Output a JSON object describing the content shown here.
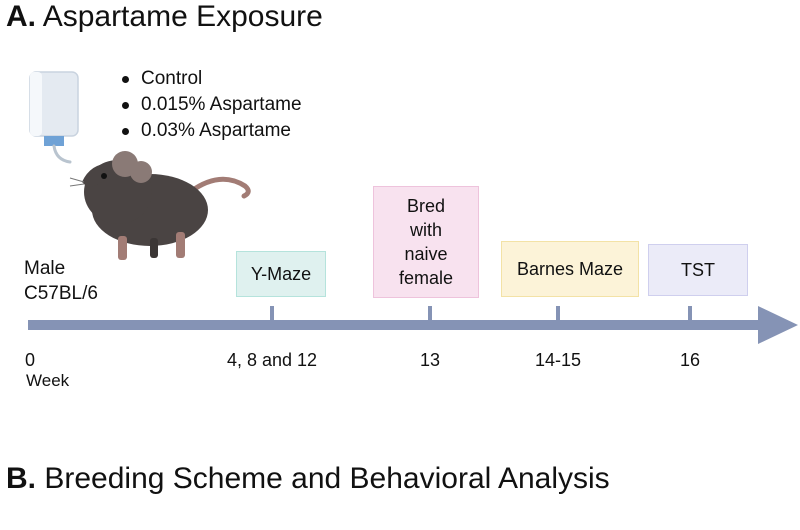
{
  "section_a": {
    "letter": "A.",
    "title": "Aspartame Exposure"
  },
  "section_b": {
    "letter": "B.",
    "title": "Breeding Scheme and Behavioral Analysis"
  },
  "groups": [
    "Control",
    "0.015% Aspartame",
    "0.03% Aspartame"
  ],
  "subject": {
    "line1": "Male",
    "line2": "C57BL/6"
  },
  "timeline": {
    "start_label": "0",
    "unit_label": "Week",
    "ticks": [
      "4, 8 and 12",
      "13",
      "14-15",
      "16"
    ]
  },
  "events": [
    {
      "label": "Y-Maze",
      "fill": "#dff1ef",
      "stroke": "#b5e3dc"
    },
    {
      "label": "Bred\nwith\nnaive\nfemale",
      "fill": "#f8e2ef",
      "stroke": "#eec3dc"
    },
    {
      "label": "Barnes Maze",
      "fill": "#fcf3d8",
      "stroke": "#f3e2a6"
    },
    {
      "label": "TST",
      "fill": "#ebebf8",
      "stroke": "#cfcfee"
    }
  ],
  "colors": {
    "axis": "#8593b5",
    "mouse": "#4a4443",
    "ear": "#8a7a76",
    "bottle": "#dfe7ef",
    "spout": "#6fa2d6"
  }
}
